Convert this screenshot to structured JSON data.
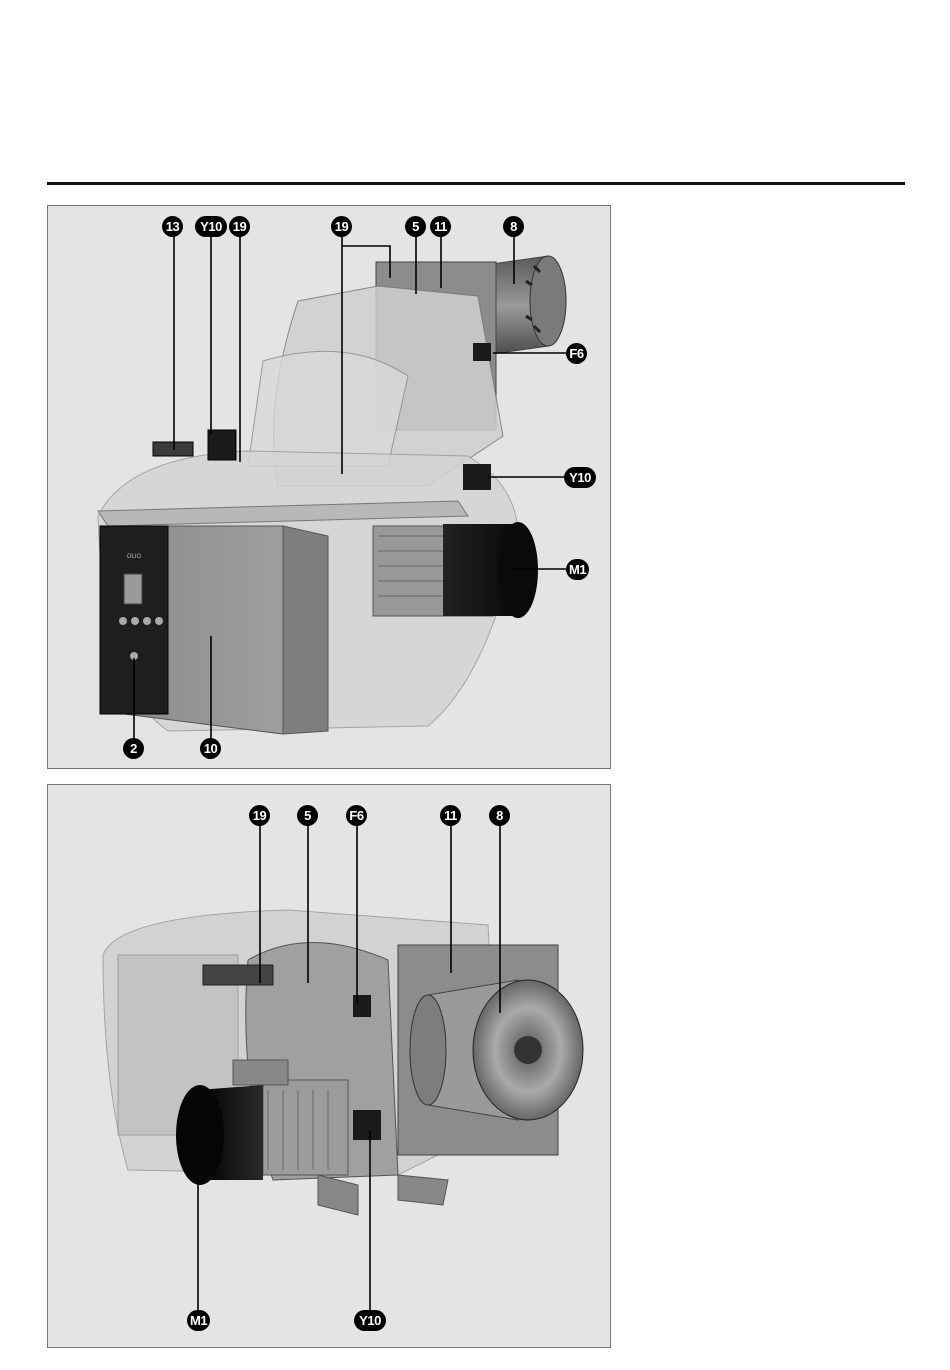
{
  "figure_top": {
    "callouts": {
      "c13": "13",
      "y10_top": "Y10",
      "c19_left": "19",
      "c19_mid": "19",
      "c5": "5",
      "c11": "11",
      "c8": "8",
      "f6": "F6",
      "y10_right": "Y10",
      "m1": "M1",
      "c2": "2",
      "c10": "10"
    },
    "display_text": "OLIO"
  },
  "figure_bottom": {
    "callouts": {
      "c19": "19",
      "c5": "5",
      "f6": "F6",
      "c11": "11",
      "c8": "8",
      "m1": "M1",
      "y10": "Y10"
    }
  }
}
